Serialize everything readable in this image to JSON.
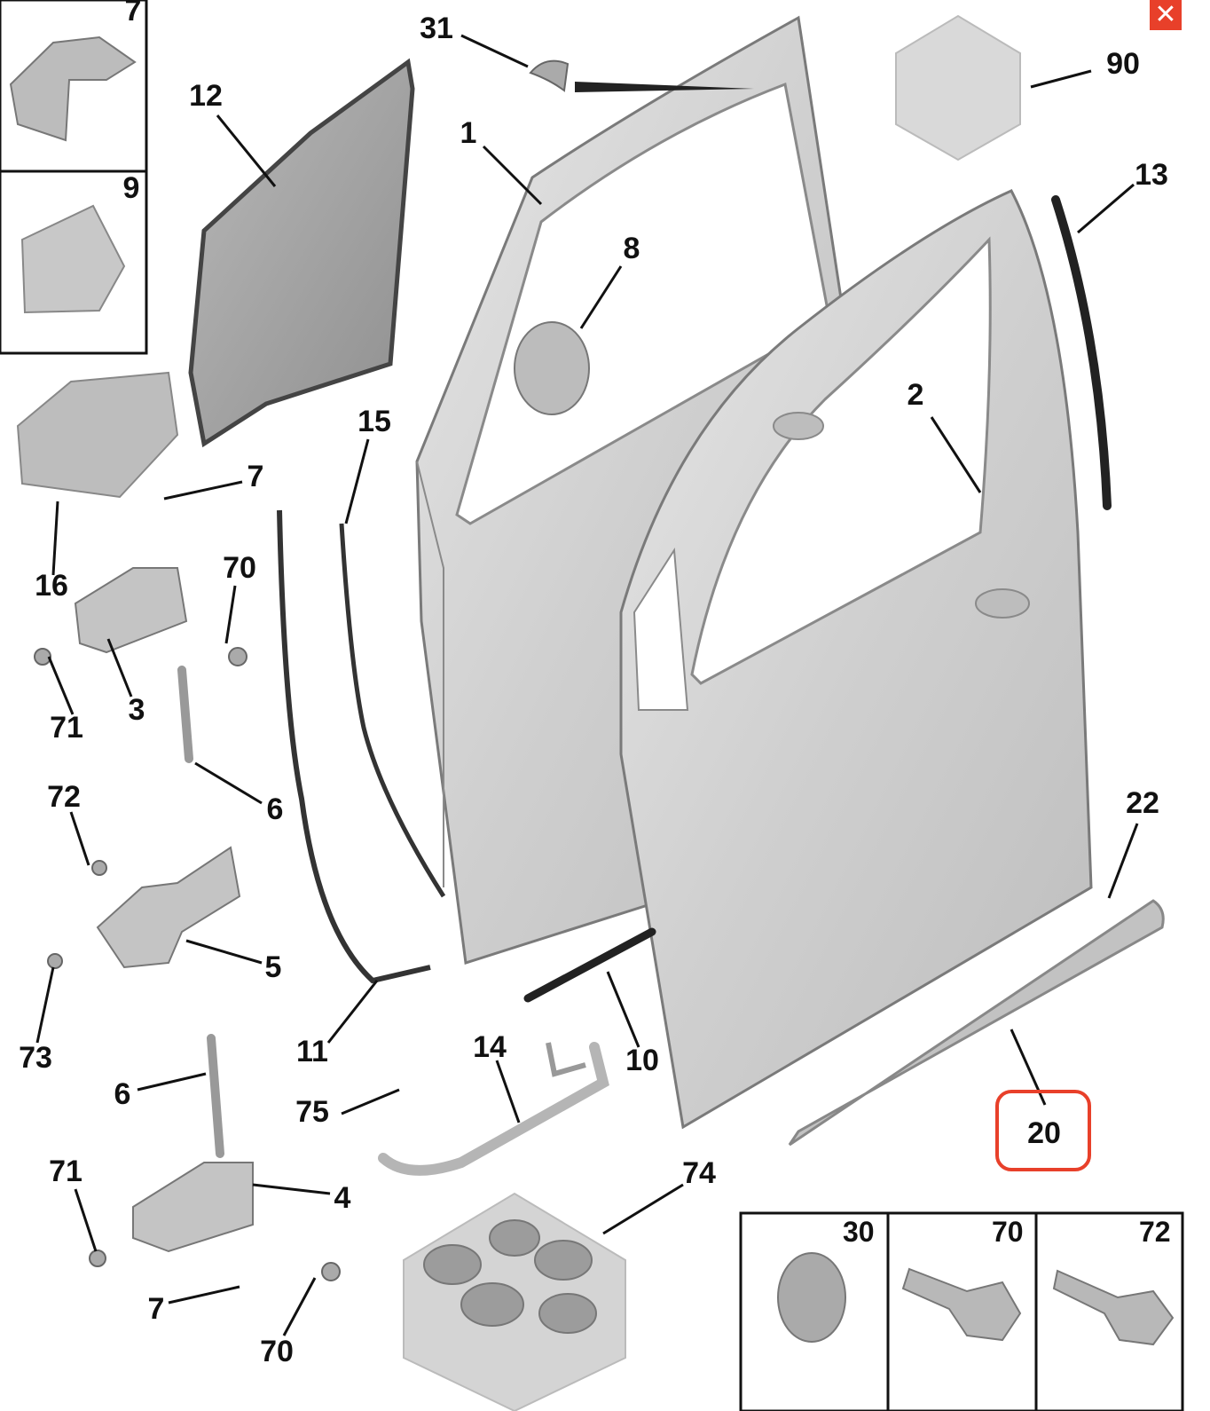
{
  "close_button": {
    "glyph": "✕",
    "color": "#e8402a"
  },
  "highlight": {
    "label": "20",
    "color": "#e8402a"
  },
  "callouts": {
    "c7_top": "7",
    "c9": "9",
    "c12": "12",
    "c31": "31",
    "c1": "1",
    "c8": "8",
    "c90": "90",
    "c13": "13",
    "c2": "2",
    "c15": "15",
    "c16": "16",
    "c7_mid": "7",
    "c70_mid": "70",
    "c3": "3",
    "c71_mid": "71",
    "c6_mid": "6",
    "c72": "72",
    "c5": "5",
    "c73": "73",
    "c11": "11",
    "c14": "14",
    "c10": "10",
    "c22": "22",
    "c20": "20",
    "c6_low": "6",
    "c75": "75",
    "c71_low": "71",
    "c4": "4",
    "c74": "74",
    "c7_low": "7",
    "c70_low": "70"
  },
  "insets": {
    "inset_30": "30",
    "inset_70": "70",
    "inset_72": "72"
  },
  "colors": {
    "part_fill": "#c9c9c9",
    "part_light": "#e2e2e2",
    "part_dark": "#9a9a9a",
    "outline": "#6a6a6a"
  }
}
